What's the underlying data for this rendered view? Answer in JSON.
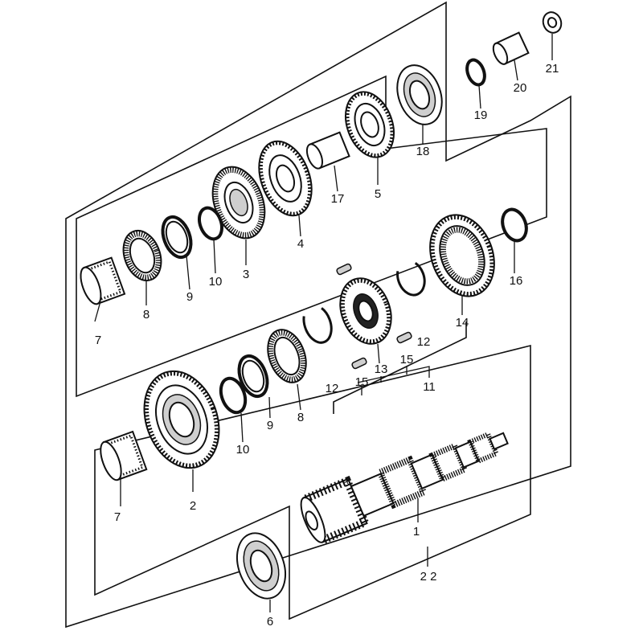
{
  "callouts": {
    "c1": "1",
    "c2": "2",
    "c3": "3",
    "c4": "4",
    "c5": "5",
    "c6": "6",
    "c7a": "7",
    "c7b": "7",
    "c8a": "8",
    "c8b": "8",
    "c9a": "9",
    "c9b": "9",
    "c10a": "10",
    "c10b": "10",
    "c11": "11",
    "c12a": "12",
    "c12b": "12",
    "c13": "13",
    "c14": "14",
    "c15a": "15",
    "c15b": "15",
    "c16": "16",
    "c17": "17",
    "c18": "18",
    "c19": "19",
    "c20": "20",
    "c21": "21",
    "c22": "2 2"
  },
  "colors": {
    "line": "#111111",
    "background": "#ffffff",
    "shade": "#cfcfcf"
  }
}
